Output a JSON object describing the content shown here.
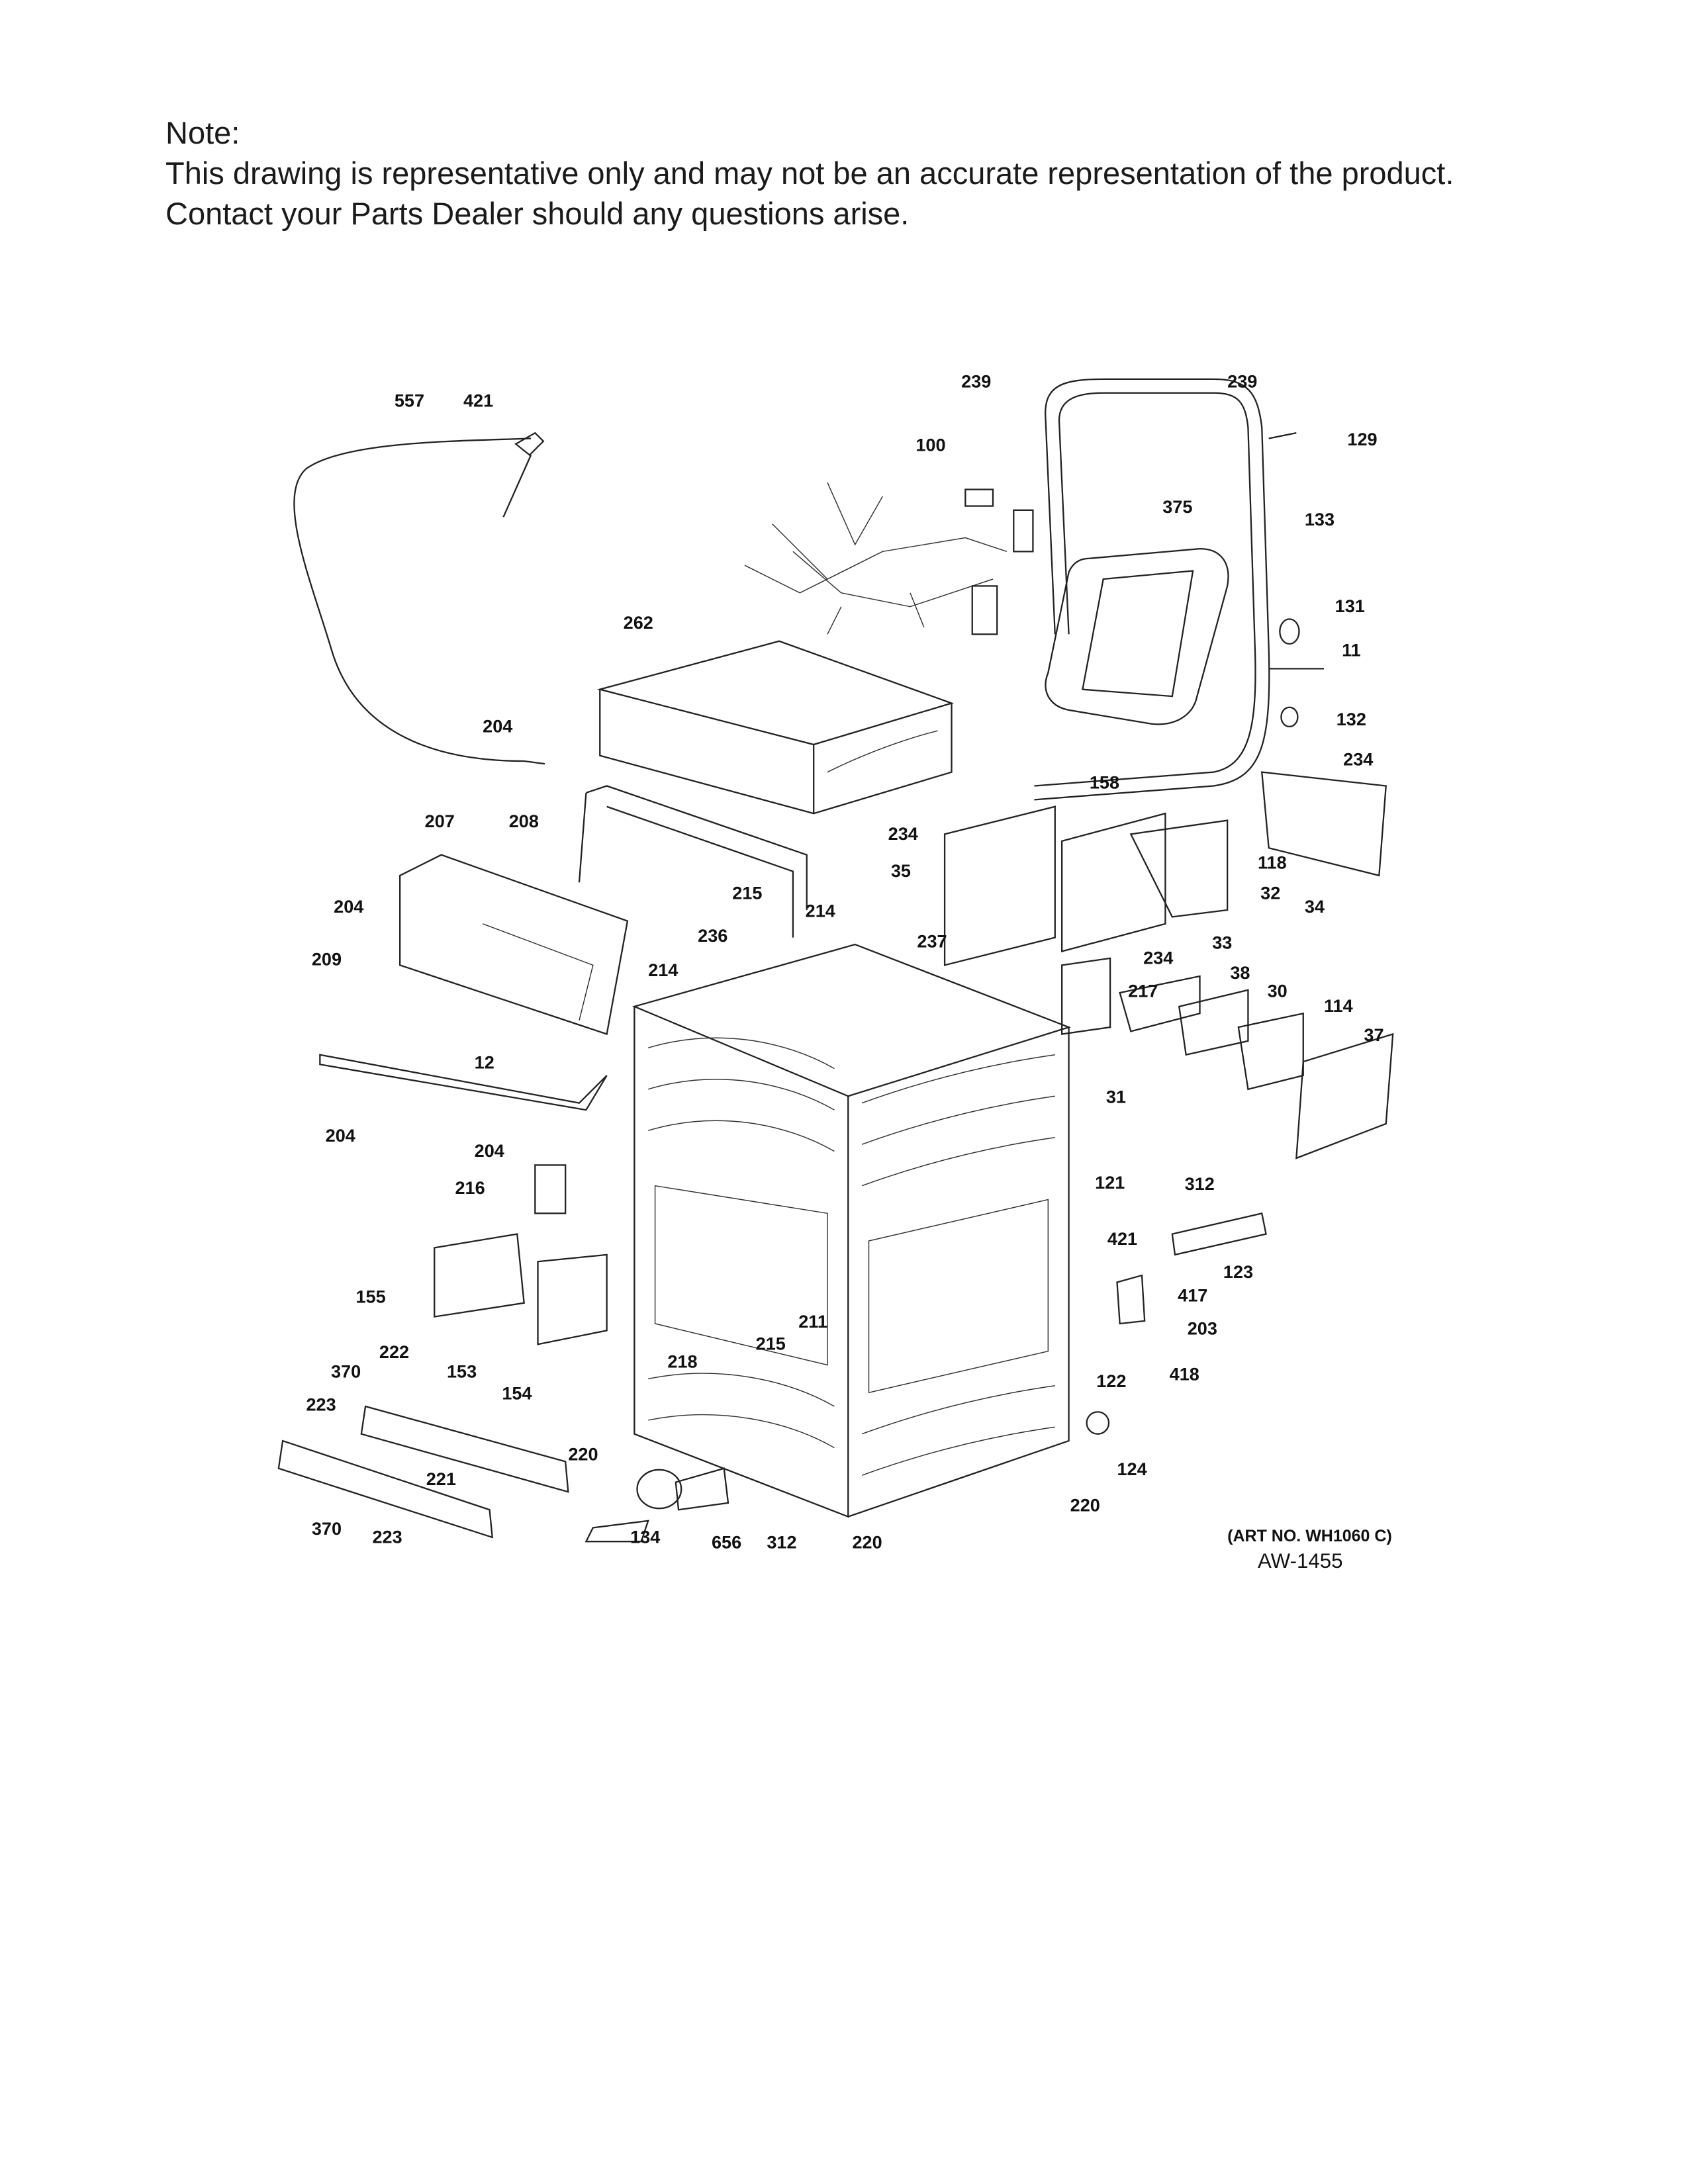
{
  "note": {
    "heading": "Note:",
    "line1": "This drawing is representative only and may not be an accurate representation of the product.",
    "line2": "Contact your Parts Dealer should any questions arise."
  },
  "callouts": [
    "239",
    "239",
    "129",
    "557",
    "421",
    "100",
    "375",
    "133",
    "131",
    "11",
    "132",
    "262",
    "204",
    "234",
    "158",
    "207",
    "208",
    "234",
    "118",
    "35",
    "32",
    "34",
    "215",
    "214",
    "204",
    "236",
    "237",
    "33",
    "209",
    "214",
    "234",
    "38",
    "30",
    "217",
    "114",
    "37",
    "12",
    "31",
    "204",
    "204",
    "216",
    "121",
    "312",
    "421",
    "123",
    "155",
    "417",
    "203",
    "222",
    "211",
    "215",
    "218",
    "370",
    "153",
    "154",
    "418",
    "122",
    "223",
    "220",
    "124",
    "221",
    "220",
    "370",
    "223",
    "134",
    "656",
    "312",
    "220"
  ],
  "footer": {
    "art_no": "(ART NO. WH1060 C)",
    "drawing_id": "AW-1455"
  }
}
